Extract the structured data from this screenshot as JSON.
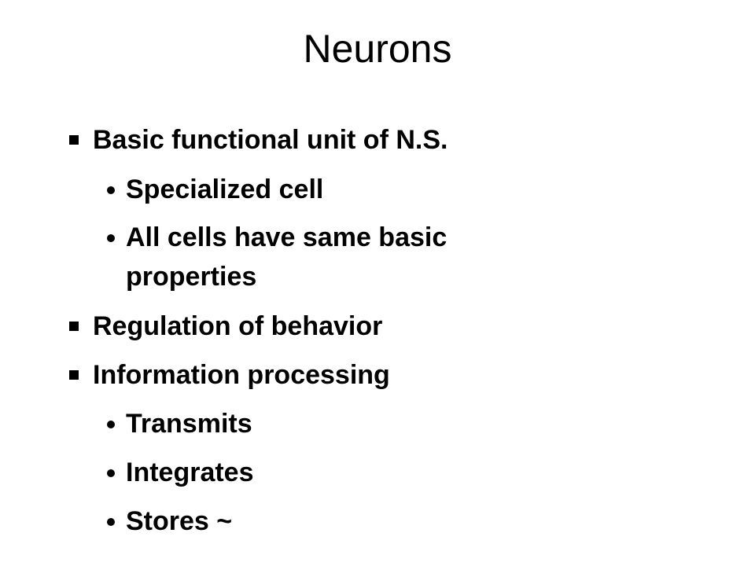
{
  "slide": {
    "title": "Neurons",
    "items": [
      {
        "level": 1,
        "text": "Basic functional unit of N.S."
      },
      {
        "level": 2,
        "text": "Specialized cell"
      },
      {
        "level": 2,
        "text": "All cells have same basic",
        "continuation": "properties"
      },
      {
        "level": 1,
        "text": "Regulation of behavior"
      },
      {
        "level": 1,
        "text": "Information processing"
      },
      {
        "level": 2,
        "text": "Transmits"
      },
      {
        "level": 2,
        "text": "Integrates"
      },
      {
        "level": 2,
        "text": "Stores ~"
      }
    ]
  }
}
